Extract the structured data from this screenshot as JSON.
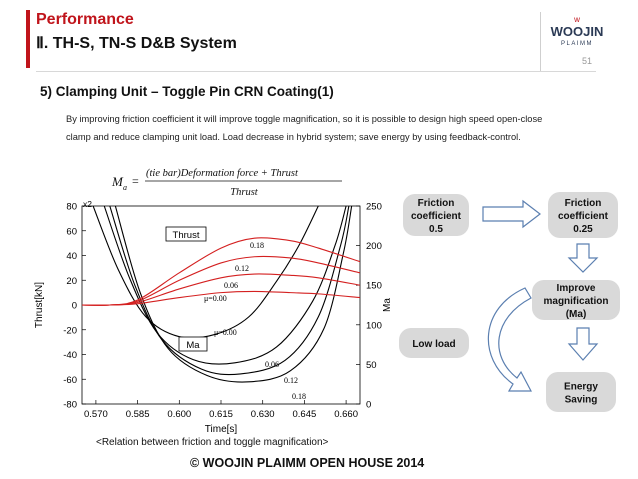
{
  "header": {
    "title": "Performance",
    "subtitle": "Ⅱ. TH-S, TN-S D&B System",
    "logo_top": "WOOJIN",
    "logo_bottom": "PLAIMM",
    "page_number": "51"
  },
  "section_title": "5) Clamping Unit – Toggle Pin CRN Coating(1)",
  "paragraph": "By improving friction coefficient it will improve toggle magnification, so it is possible to design high speed open-close clamp and reduce clamping unit load. Load decrease in hybrid system; save energy by using feedback-control.",
  "formula": {
    "lhs": "M",
    "subscript": "a",
    "equals": "=",
    "numerator": "(tie  bar)Deformation  force + Thrust",
    "denominator": "Thrust"
  },
  "chart_data": {
    "type": "line",
    "xlabel": "Time[s]",
    "ylabel_left": "Thrust[kN]",
    "ylabel_right": "Ma",
    "left_multiplier": "x2",
    "xlim": [
      0.565,
      0.665
    ],
    "ylim_left": [
      -80,
      80
    ],
    "ylim_right": [
      0,
      250
    ],
    "x_ticks": [
      "0.570",
      "0.585",
      "0.600",
      "0.615",
      "0.630",
      "0.645",
      "0.660"
    ],
    "y_ticks_left": [
      "80",
      "60",
      "40",
      "20",
      "0",
      "-20",
      "-40",
      "-60",
      "-80"
    ],
    "y_ticks_right": [
      "250",
      "200",
      "150",
      "100",
      "50",
      "0"
    ],
    "legend_thrust": "Thrust",
    "legend_ma": "Ma",
    "thrust_labels": [
      "0.18",
      "0.12",
      "0.06",
      "μ=0.00"
    ],
    "ma_labels": [
      "μ=0.00",
      "0.06",
      "0.12",
      "0.18"
    ],
    "thrust_series": [
      {
        "mu": "0.18",
        "points": [
          [
            0.565,
            0
          ],
          [
            0.575,
            0
          ],
          [
            0.585,
            4
          ],
          [
            0.6,
            26
          ],
          [
            0.615,
            46
          ],
          [
            0.627,
            54
          ],
          [
            0.64,
            52
          ],
          [
            0.65,
            46
          ],
          [
            0.665,
            35
          ]
        ]
      },
      {
        "mu": "0.12",
        "points": [
          [
            0.565,
            0
          ],
          [
            0.575,
            0
          ],
          [
            0.585,
            3
          ],
          [
            0.6,
            20
          ],
          [
            0.615,
            34
          ],
          [
            0.627,
            39
          ],
          [
            0.64,
            38
          ],
          [
            0.65,
            34
          ],
          [
            0.665,
            26
          ]
        ]
      },
      {
        "mu": "0.06",
        "points": [
          [
            0.565,
            0
          ],
          [
            0.575,
            0
          ],
          [
            0.585,
            2
          ],
          [
            0.6,
            13
          ],
          [
            0.615,
            22
          ],
          [
            0.627,
            25
          ],
          [
            0.64,
            24
          ],
          [
            0.65,
            22
          ],
          [
            0.665,
            16
          ]
        ]
      },
      {
        "mu": "0.00",
        "points": [
          [
            0.565,
            0
          ],
          [
            0.575,
            0
          ],
          [
            0.585,
            1
          ],
          [
            0.6,
            6
          ],
          [
            0.615,
            10
          ],
          [
            0.627,
            11
          ],
          [
            0.64,
            10
          ],
          [
            0.65,
            9
          ],
          [
            0.665,
            6
          ]
        ]
      }
    ],
    "ma_series": [
      {
        "mu": "0.00",
        "points": [
          [
            0.569,
            250
          ],
          [
            0.578,
            170
          ],
          [
            0.588,
            110
          ],
          [
            0.6,
            85
          ],
          [
            0.613,
            88
          ],
          [
            0.625,
            110
          ],
          [
            0.635,
            155
          ],
          [
            0.643,
            200
          ],
          [
            0.65,
            250
          ]
        ]
      },
      {
        "mu": "0.06",
        "points": [
          [
            0.573,
            250
          ],
          [
            0.582,
            160
          ],
          [
            0.592,
            90
          ],
          [
            0.605,
            56
          ],
          [
            0.62,
            52
          ],
          [
            0.635,
            72
          ],
          [
            0.648,
            130
          ],
          [
            0.656,
            200
          ],
          [
            0.66,
            250
          ]
        ]
      },
      {
        "mu": "0.12",
        "points": [
          [
            0.575,
            250
          ],
          [
            0.584,
            150
          ],
          [
            0.594,
            80
          ],
          [
            0.608,
            44
          ],
          [
            0.622,
            38
          ],
          [
            0.638,
            55
          ],
          [
            0.65,
            110
          ],
          [
            0.658,
            200
          ],
          [
            0.661,
            250
          ]
        ]
      },
      {
        "mu": "0.18",
        "points": [
          [
            0.577,
            250
          ],
          [
            0.586,
            140
          ],
          [
            0.596,
            70
          ],
          [
            0.61,
            36
          ],
          [
            0.625,
            28
          ],
          [
            0.64,
            42
          ],
          [
            0.652,
            95
          ],
          [
            0.659,
            190
          ],
          [
            0.662,
            250
          ]
        ]
      }
    ],
    "caption": "<Relation  between friction and toggle magnification>"
  },
  "flow": {
    "box1": [
      "Friction",
      "coefficient",
      "0.5"
    ],
    "box2": [
      "Friction",
      "coefficient",
      "0.25"
    ],
    "box3": [
      "Improve",
      "magnification",
      "(Ma)"
    ],
    "box4": [
      "Low load"
    ],
    "box5": [
      "Energy",
      "Saving"
    ],
    "box_fill": "#d9d9d9",
    "arrow_fill": "#ffffff",
    "arrow_stroke": "#5b7fb0"
  },
  "footer": "© WOOJIN PLAIMM OPEN HOUSE 2014",
  "colors": {
    "accent": "#c0141b",
    "thrust_line": "#d42020",
    "ma_line": "#000000"
  }
}
